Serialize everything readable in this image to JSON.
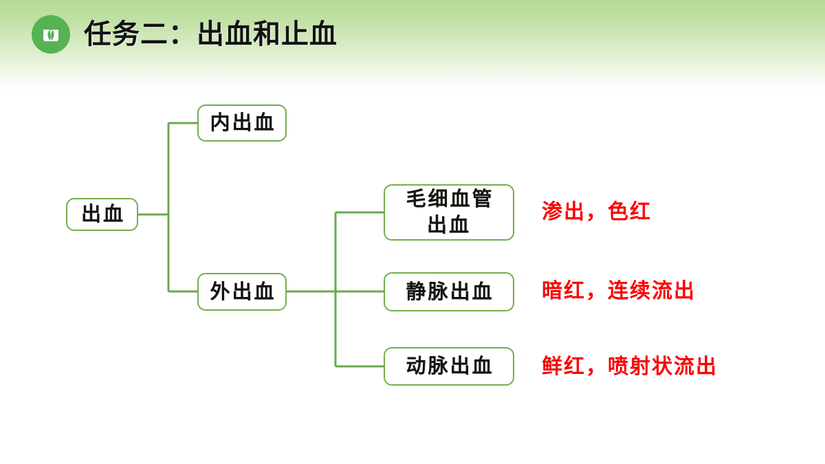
{
  "header": {
    "icon": "open-book-icon",
    "badge_color": "#57b254",
    "title": "任务二：出血和止血",
    "band_gradient_from": "#b3db92",
    "band_gradient_to": "#ffffff"
  },
  "diagram": {
    "type": "tree",
    "node_border_color": "#72ae4c",
    "connector_color": "#6aa84f",
    "annotation_color": "#fc0003",
    "root": {
      "id": "chuxue",
      "label": "出血"
    },
    "level1": [
      {
        "id": "neichuxue",
        "label": "内出血"
      },
      {
        "id": "waichuxue",
        "label": "外出血"
      }
    ],
    "level2": [
      {
        "id": "maoxi",
        "label": "毛细血管\n出血",
        "annotation": "渗出，色红"
      },
      {
        "id": "jingmai",
        "label": "静脉出血",
        "annotation": "暗红，连续流出"
      },
      {
        "id": "dongmai",
        "label": "动脉出血",
        "annotation": "鲜红，喷射状流出"
      }
    ]
  }
}
